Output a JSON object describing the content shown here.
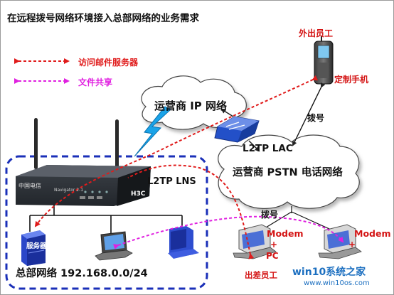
{
  "title": "在远程拨号网络环境接入总部网络的业务需求",
  "legend": {
    "mail": "访问邮件服务器",
    "share": "文件共享"
  },
  "labels": {
    "mobile_user": "外出员工",
    "phone": "定制手机",
    "dial_top": "拨号",
    "dial_bottom": "拨号",
    "ip_network": "运营商 IP 网络",
    "lac": "L2TP LAC",
    "pstn": "运营商 PSTN 电话网络",
    "lns": "L2TP LNS",
    "hq_network": "总部网络 192.168.0.0/24",
    "modem_left": "Modem",
    "modem_right": "Modem",
    "business_user": "出差员工",
    "pc": "PC",
    "plus_left": "+",
    "plus_right": "+",
    "server": "服务器"
  },
  "device": {
    "brand": "中国电信",
    "model": "Navigator 2-1",
    "logo": "H3C"
  },
  "watermark": {
    "main": "win10系统之家",
    "url": "www.win10os.com"
  },
  "colors": {
    "mail_line": "#e01b1b",
    "share_line": "#e020e0",
    "hq_border": "#1a2fb8",
    "cloud_fill": "#ffffff",
    "lightning": "#1aa3e8"
  }
}
